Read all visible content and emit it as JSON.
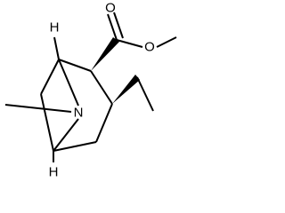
{
  "molecule": {
    "atoms": {
      "carbonyl_oxygen": "O",
      "ester_oxygen": "O",
      "bridge_nitrogen": "N",
      "bridgehead_h_top": "H",
      "bridgehead_h_bottom": "H"
    },
    "colors": {
      "bond": "#000000",
      "background": "#ffffff"
    }
  }
}
